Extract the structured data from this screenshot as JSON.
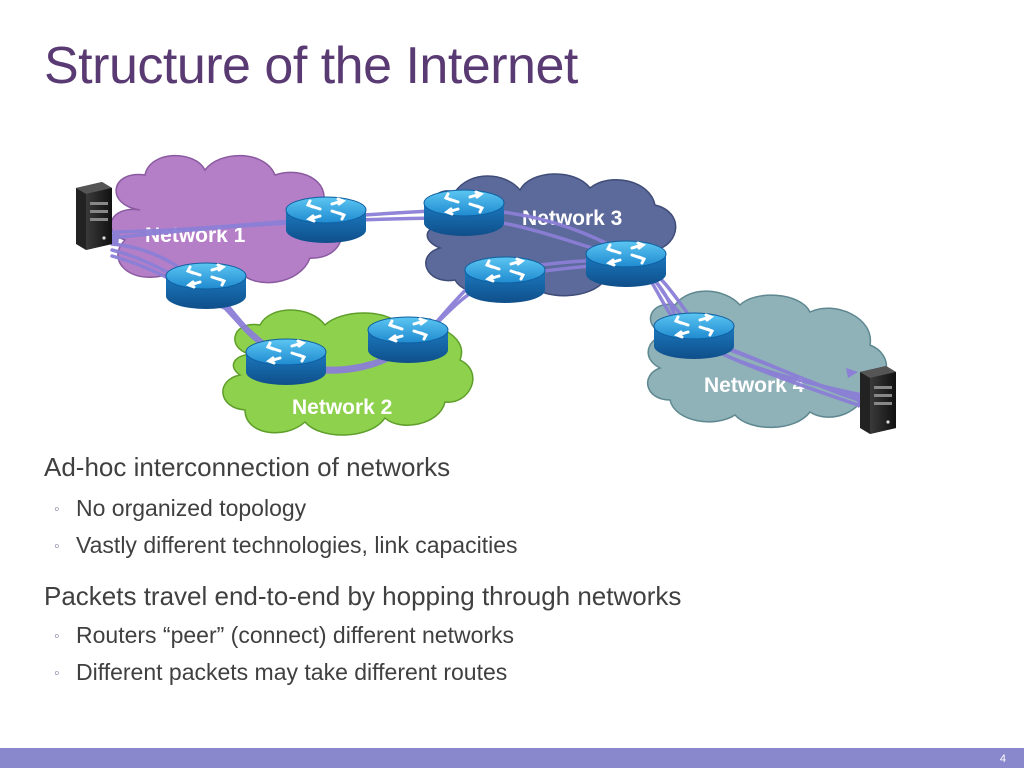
{
  "slide": {
    "title": "Structure of the Internet",
    "number": "4"
  },
  "diagram": {
    "networks": [
      {
        "label": "Network 1",
        "color": "#b57fc7"
      },
      {
        "label": "Network 2",
        "color": "#8ed14d"
      },
      {
        "label": "Network 3",
        "color": "#5b6a9a"
      },
      {
        "label": "Network 4",
        "color": "#8fb1b8"
      }
    ],
    "path_color": "#8b7fd6",
    "router_color": "#1a8fd0"
  },
  "bullets": [
    {
      "text": "Ad-hoc interconnection of networks",
      "sub": [
        "No organized topology",
        "Vastly different technologies, link capacities"
      ]
    },
    {
      "text": "Packets travel end-to-end by hopping through networks",
      "sub": [
        "Routers “peer” (connect) different networks",
        "Different packets may take different routes"
      ]
    }
  ],
  "theme": {
    "title_color": "#5a3a73",
    "footer_color": "#8a88cc"
  }
}
